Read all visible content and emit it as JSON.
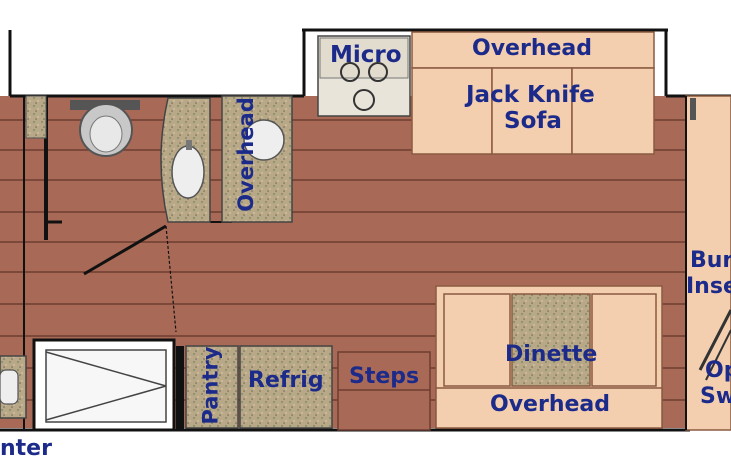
{
  "floorplan": {
    "labels": {
      "micro": "Micro",
      "overhead_top": "Overhead",
      "sofa_line1": "Jack Knife",
      "sofa_line2": "Sofa",
      "overhead_bath": "Overhead",
      "bunk_line1": "Bun",
      "bunk_line2": "Inse",
      "pantry": "Pantry",
      "refrig": "Refrig",
      "steps": "Steps",
      "dinette": "Dinette",
      "overhead_dinette": "Overhead",
      "opt_line1": "Op",
      "opt_line2": "Sw",
      "enter": "nter"
    },
    "colors": {
      "floor": "#a86a57",
      "plank_line": "#6e3c30",
      "upholstery": "#f3cfb0",
      "upholstery_edge": "#8a5a40",
      "counter": "#b9a98a",
      "wall": "#111111",
      "label": "#1c2a8a"
    }
  }
}
